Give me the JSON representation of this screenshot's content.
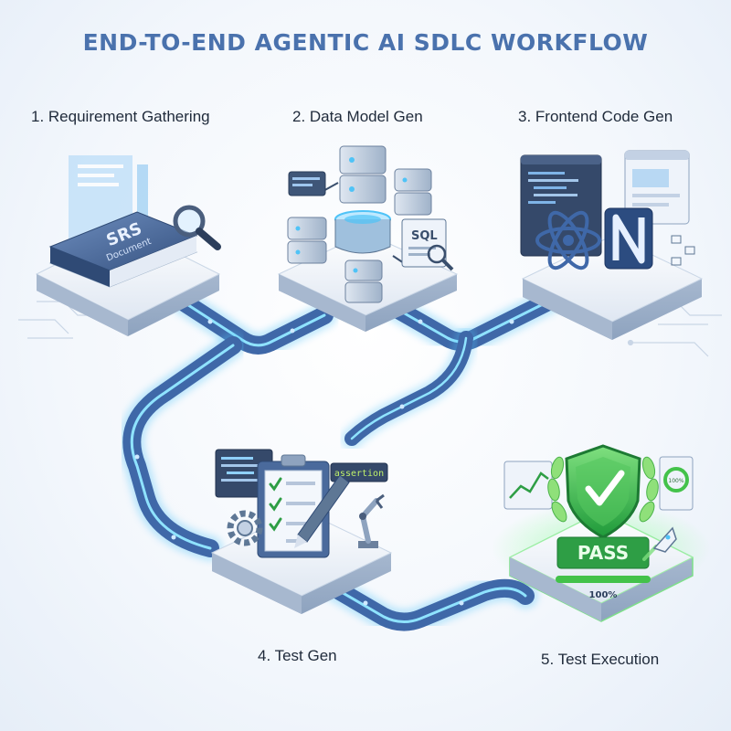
{
  "title": "END-TO-END AGENTIC AI SDLC WORKFLOW",
  "steps": [
    {
      "label": "1. Requirement Gathering"
    },
    {
      "label": "2. Data Model Gen"
    },
    {
      "label": "3. Frontend Code Gen"
    },
    {
      "label": "4. Test Gen"
    },
    {
      "label": "5. Test Execution"
    }
  ],
  "book": {
    "line1": "SRS",
    "line2": "Document"
  },
  "db": {
    "sql_label": "SQL"
  },
  "testgen": {
    "tag_label": "assertion"
  },
  "execution": {
    "badge": "PASS",
    "progress_label": "100%",
    "progress": 1.0,
    "gauge_label": "100%"
  },
  "colors": {
    "accent": "#4a72ad",
    "glow": "#4fc3f7",
    "success": "#43c24a"
  }
}
